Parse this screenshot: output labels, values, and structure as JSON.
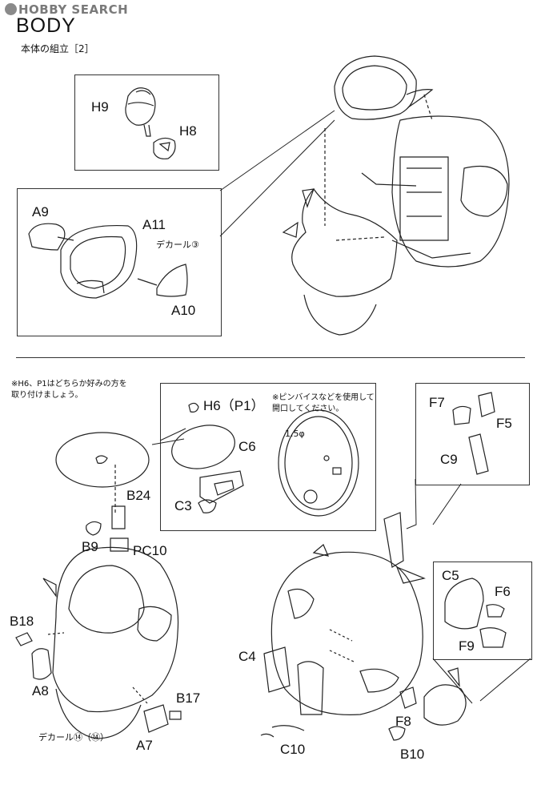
{
  "watermark": {
    "logo_text": "HOBBY SEARCH"
  },
  "header": {
    "title": "BODY",
    "subtitle": "本体の組立［2］"
  },
  "top": {
    "parts": {
      "h9": "H9",
      "h8": "H8",
      "a9": "A9",
      "a11": "A11",
      "a10": "A10"
    },
    "decal": "デカール③"
  },
  "bottom": {
    "note_left": [
      "※H6、P1はどちらか好みの方を",
      "取り付けましょう。"
    ],
    "note_center": [
      "※ピンバイスなどを使用して",
      "開口してください。"
    ],
    "dimension": "1.5φ",
    "parts": {
      "h6p1": "H6（P1）",
      "c6": "C6",
      "c3": "C3",
      "b24": "B24",
      "b9": "B9",
      "pc10": "PC10",
      "b18": "B18",
      "a8": "A8",
      "b17": "B17",
      "a7": "A7",
      "f7": "F7",
      "f5": "F5",
      "c9": "C9",
      "c5": "C5",
      "f6": "F6",
      "f9": "F9",
      "c4": "C4",
      "f8": "F8",
      "c10": "C10",
      "b10": "B10"
    },
    "decal": "デカール⑭（⑭）"
  }
}
